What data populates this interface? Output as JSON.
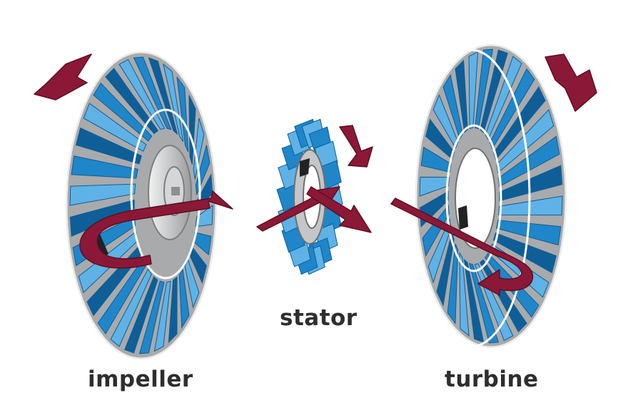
{
  "labels": {
    "impeller": "impeller",
    "stator": "stator",
    "turbine": "turbine"
  },
  "colors": {
    "blade": "#1f86c9",
    "blade_dark": "#0e5e98",
    "blade_light": "#5fb2e6",
    "housing": "#a8aaac",
    "housing_dark": "#6e7072",
    "arrow": "#8b1836",
    "arrow_dark": "#5e0f24",
    "label": "#2e2e2e"
  }
}
